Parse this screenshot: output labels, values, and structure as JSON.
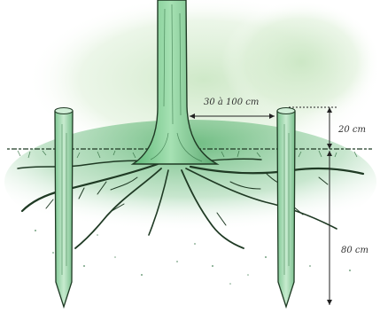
{
  "labels": {
    "distance": "30 à 100 cm",
    "above_ground": "20 cm",
    "below_ground": "80 cm"
  },
  "colors": {
    "trunk": "#8fd6a0",
    "trunk_shade": "#4fae6a",
    "outline": "#1f3a24",
    "foliage": "#cfe9c8",
    "stake": "#a8dcb2",
    "soil": "#6dbb7f",
    "dimension": "#222222"
  },
  "icons": [
    "tree-trunk-illustration",
    "stake-left",
    "stake-right",
    "roots",
    "dimension-arrow"
  ]
}
